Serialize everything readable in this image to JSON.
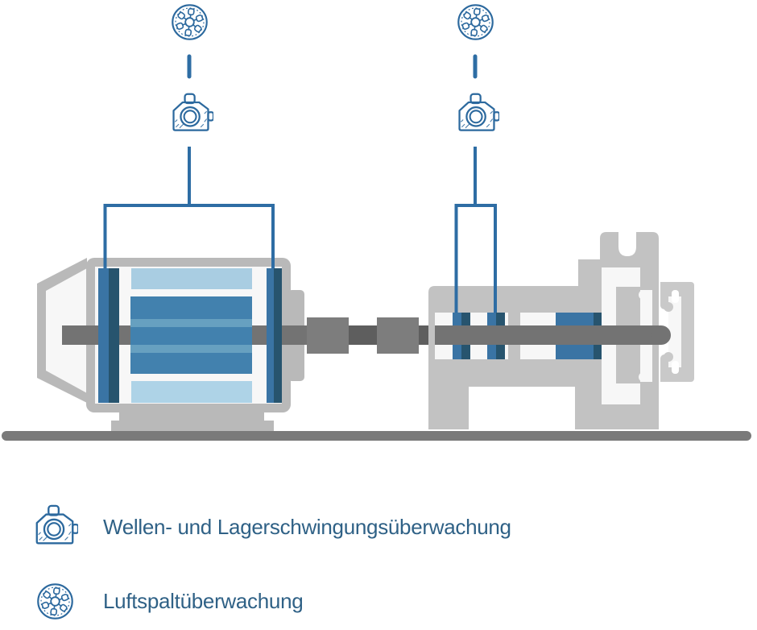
{
  "diagram": {
    "description_parts": [
      "electric-motor",
      "motor-shaft",
      "coupling",
      "bearing-pedestal",
      "pump-casing",
      "foundation-line"
    ],
    "monitoring_points": [
      {
        "location": "motor",
        "air_gap_icon": "air-gap-icon",
        "sensor_icon": "vibration-sensor-icon"
      },
      {
        "location": "bearing-pedestal",
        "air_gap_icon": "air-gap-icon",
        "sensor_icon": "vibration-sensor-icon"
      }
    ],
    "colors": {
      "accent_line_blue": "#2e6da4",
      "icon_blue": "#2c699e",
      "bearing_medium_blue": "#3a74a4",
      "bearing_dark_blue": "#27546e",
      "rotor_blue": "#4281ae",
      "rotor_light_stripe": "#67a0c0",
      "stator_light_blue": "#a9cde2",
      "machine_light_gray": "#c2c2c2",
      "motor_frame_gray": "#b9b9b9",
      "shaft_gray": "#737373",
      "coupling_gray": "#7d7d7d",
      "ground_gray": "#7a7a7a",
      "inset_white": "#f7f7f7",
      "text_blue": "#2f6186"
    }
  },
  "legend": {
    "items": [
      {
        "icon": "vibration-sensor-icon",
        "label": "Wellen- und Lagerschwingungsüberwachung"
      },
      {
        "icon": "air-gap-icon",
        "label": "Luftspaltüberwachung"
      }
    ]
  }
}
